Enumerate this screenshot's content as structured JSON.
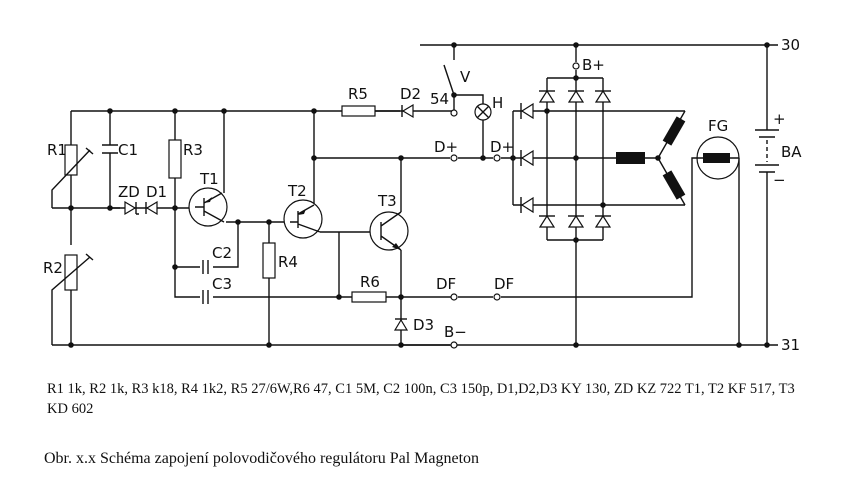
{
  "diagram": {
    "labels": {
      "R1": "R1",
      "R2": "R2",
      "R3": "R3",
      "R4": "R4",
      "R5": "R5",
      "R6": "R6",
      "C1": "C1",
      "C2": "C2",
      "C3": "C3",
      "ZD": "ZD",
      "D1": "D1",
      "D2": "D2",
      "D3": "D3",
      "T1": "T1",
      "T2": "T2",
      "T3": "T3",
      "V": "V",
      "H": "H",
      "t54": "54",
      "Dplus1": "D+",
      "Dplus2": "D+",
      "DF1": "DF",
      "DF2": "DF",
      "Bminus": "B−",
      "Bplus": "B+",
      "FG": "FG",
      "BA": "BA",
      "plus": "+",
      "minus": "−",
      "t30": "30",
      "t31": "31"
    }
  },
  "caption": {
    "parts_list": "R1 1k, R2 1k, R3 k18, R4 1k2, R5 27/6W,R6 47, C1 5M, C2 100n, C3 150p, D1,D2,D3 KY 130, ZD KZ 722 T1, T2 KF 517, T3 KD 602",
    "title": "Obr. x.x Schéma zapojení polovodičového regulátoru Pal Magneton"
  }
}
